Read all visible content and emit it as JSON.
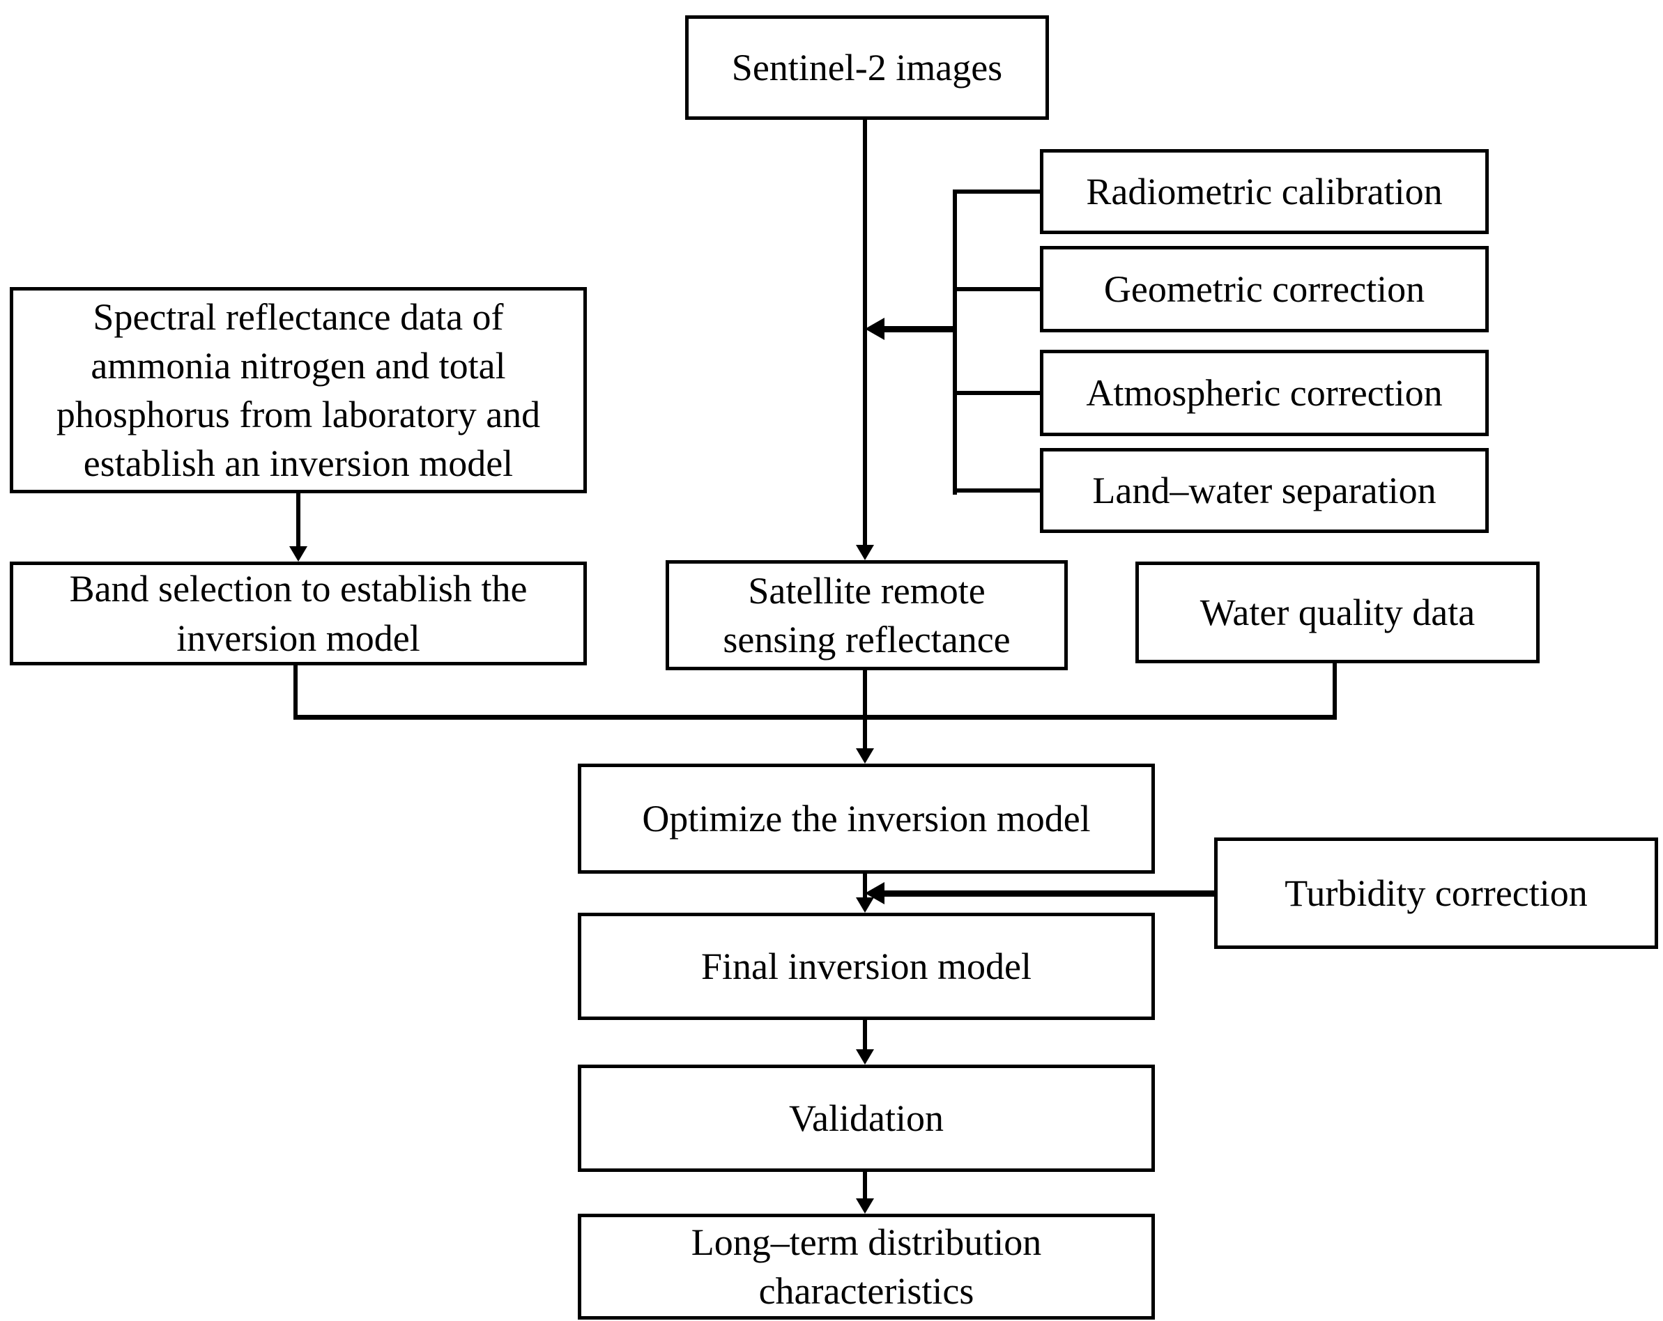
{
  "diagram": {
    "type": "flowchart",
    "colors": {
      "background": "#ffffff",
      "box_fill": "#ffffff",
      "box_border": "#000000",
      "line": "#000000",
      "text": "#000000"
    },
    "nodes": {
      "sentinel_images": {
        "label": "Sentinel-2 images"
      },
      "radiometric_calibration": {
        "label": "Radiometric calibration"
      },
      "geometric_correction": {
        "label": "Geometric correction"
      },
      "atmospheric_correction": {
        "label": "Atmospheric correction"
      },
      "land_water_separation": {
        "label": "Land–water separation"
      },
      "spectral_reflectance_lab": {
        "label": "Spectral reflectance data of\nammonia nitrogen and total\nphosphorus from laboratory and\nestablish an inversion model"
      },
      "band_selection": {
        "label": "Band selection to establish the\ninversion model"
      },
      "satellite_reflectance": {
        "label": "Satellite remote\nsensing reflectance"
      },
      "water_quality_data": {
        "label": "Water quality data"
      },
      "optimize_model": {
        "label": "Optimize the inversion model"
      },
      "turbidity_correction": {
        "label": "Turbidity correction"
      },
      "final_model": {
        "label": "Final inversion model"
      },
      "validation": {
        "label": "Validation"
      },
      "long_term_distribution": {
        "label": "Long–term distribution\ncharacteristics"
      }
    },
    "edges": [
      {
        "from": "sentinel_images",
        "to": "satellite_reflectance",
        "style": "arrow"
      },
      {
        "from": "radiometric_calibration",
        "to": "preprocessing_spine",
        "style": "line"
      },
      {
        "from": "geometric_correction",
        "to": "preprocessing_spine",
        "style": "line"
      },
      {
        "from": "atmospheric_correction",
        "to": "preprocessing_spine",
        "style": "line"
      },
      {
        "from": "land_water_separation",
        "to": "preprocessing_spine",
        "style": "line"
      },
      {
        "from": "preprocessing_spine",
        "to": "flow:sentinel_images->satellite_reflectance",
        "style": "bold-arrow"
      },
      {
        "from": "spectral_reflectance_lab",
        "to": "band_selection",
        "style": "arrow"
      },
      {
        "from": "band_selection",
        "to": "optimize_model",
        "style": "merge-line"
      },
      {
        "from": "satellite_reflectance",
        "to": "optimize_model",
        "style": "arrow"
      },
      {
        "from": "water_quality_data",
        "to": "optimize_model",
        "style": "merge-line"
      },
      {
        "from": "optimize_model",
        "to": "final_model",
        "style": "arrow"
      },
      {
        "from": "turbidity_correction",
        "to": "flow:optimize_model->final_model",
        "style": "bold-arrow"
      },
      {
        "from": "final_model",
        "to": "validation",
        "style": "arrow"
      },
      {
        "from": "validation",
        "to": "long_term_distribution",
        "style": "arrow"
      }
    ]
  }
}
